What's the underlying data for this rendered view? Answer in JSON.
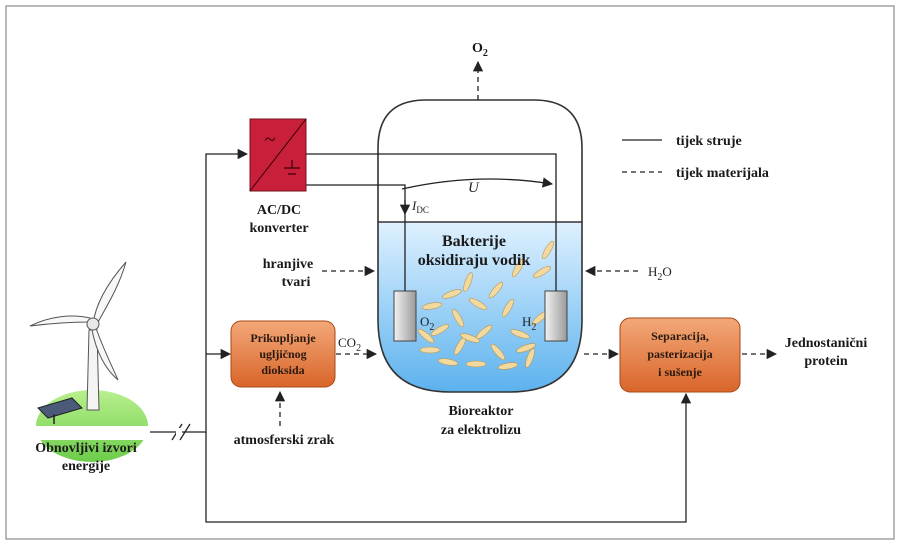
{
  "labels": {
    "o2_top": "O",
    "o2_top_sub": "2",
    "converter_line1": "AC/DC",
    "converter_line2": "konverter",
    "converter_symbol_ac": "~",
    "current_label": "I",
    "current_label_sub": "DC",
    "voltage_label": "U",
    "bacteria_line1": "Bakterije",
    "bacteria_line2": "oksidiraju vodik",
    "nutrients_line1": "hranjive",
    "nutrients_line2": "tvari",
    "water": "H",
    "water_sub": "2",
    "water_end": "O",
    "electrode_o2": "O",
    "electrode_o2_sub": "2",
    "electrode_h2": "H",
    "electrode_h2_sub": "2",
    "co2": "CO",
    "co2_sub": "2",
    "capture_line1": "Prikupljanje",
    "capture_line2": "ugljičnog",
    "capture_line3": "dioksida",
    "air": "atmosferski zrak",
    "reactor_line1": "Bioreaktor",
    "reactor_line2": "za elektrolizu",
    "sep_line1": "Separacija,",
    "sep_line2": "pasterizacija",
    "sep_line3": "i sušenje",
    "product_line1": "Jednostanični",
    "product_line2": "protein",
    "renewable_line1": "Obnovljivi izvori",
    "renewable_line2": "energije"
  },
  "legend": {
    "solid": "tijek struje",
    "dashed": "tijek materijala"
  },
  "colors": {
    "converter": "#c8203a",
    "process_box": "#e0783a",
    "liquid_top": "#d9efff",
    "liquid_bottom": "#5fb4ef",
    "grain": "#f2d9a0",
    "hill": "#8fe070",
    "border": "#888888"
  }
}
